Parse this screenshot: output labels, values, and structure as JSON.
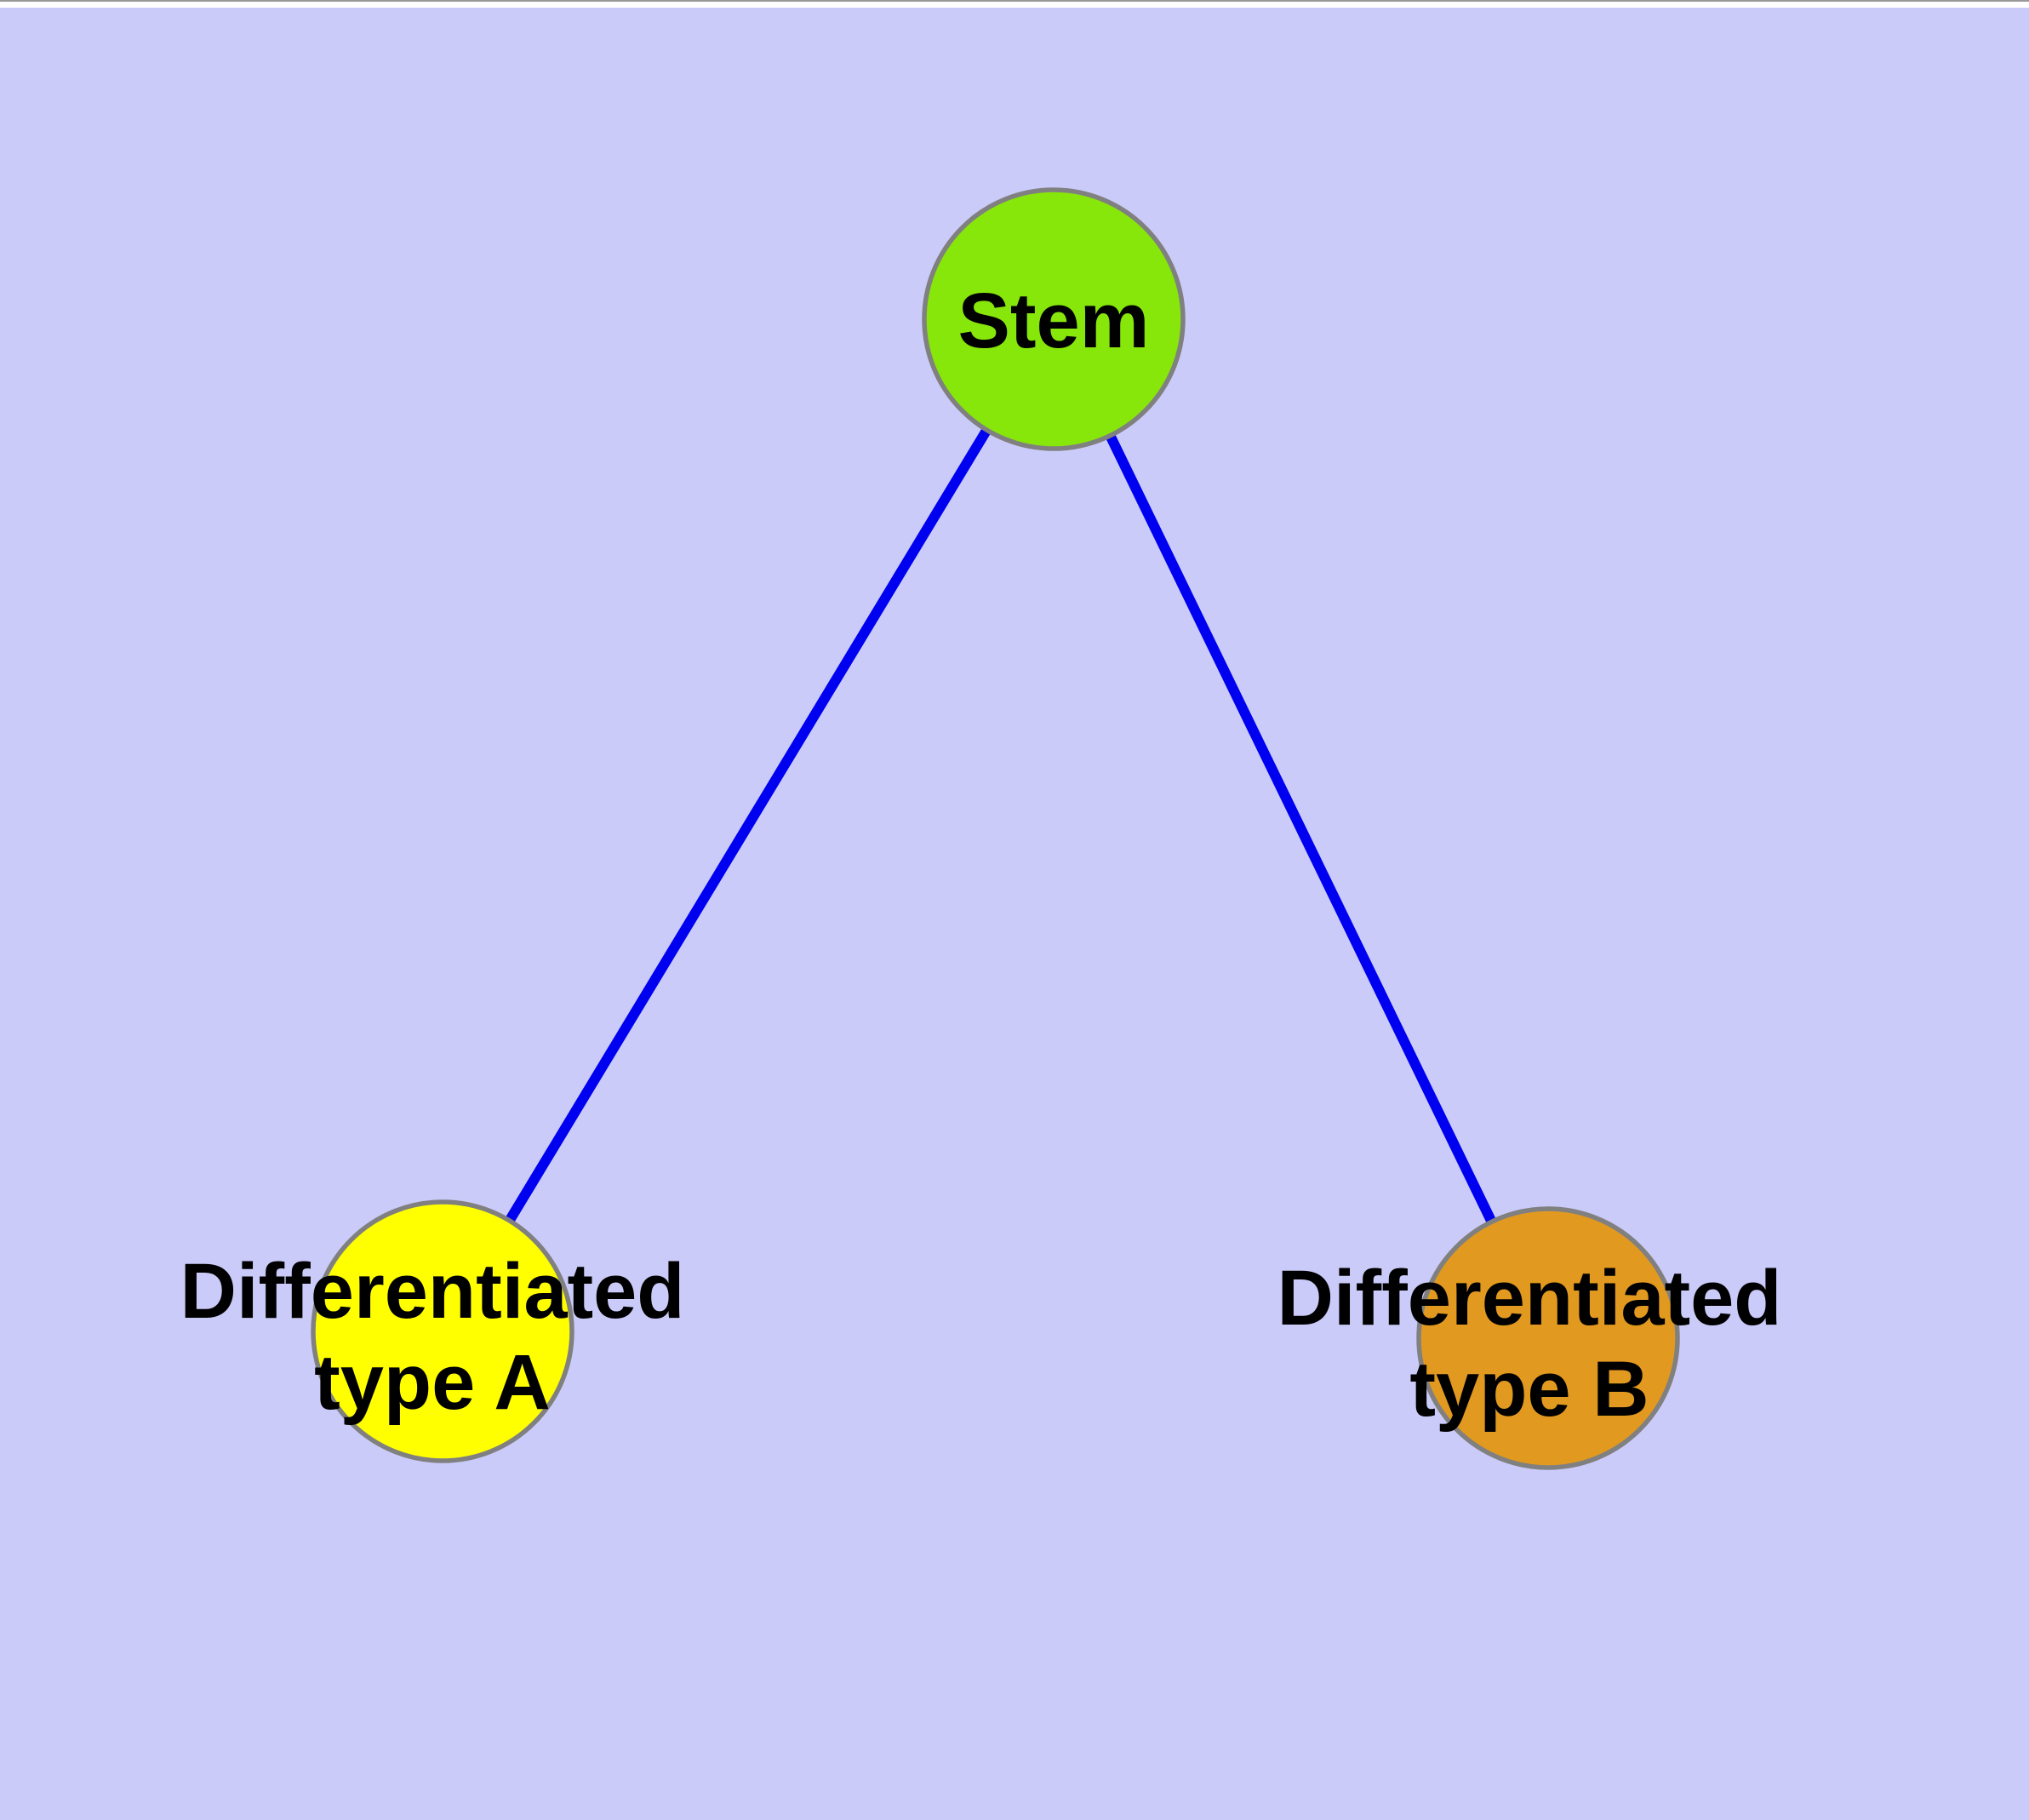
{
  "diagram": {
    "type": "graph",
    "background_color": "#cbcbfa",
    "top_edge_line_color": "#999999",
    "top_edge_strip_color": "#ffffff",
    "edge_color": "#0000f0",
    "node_border_color": "#808080",
    "label_color": "#000000",
    "nodes": [
      {
        "id": "stem",
        "label": "Stem",
        "fill": "#87e60a"
      },
      {
        "id": "differentiated-type-a",
        "label": "Differentiated type A",
        "label_line1": "Differentiated",
        "label_line2": "type A",
        "fill": "#ffff00"
      },
      {
        "id": "differentiated-type-b",
        "label": "Differentiated type B",
        "label_line1": "Differentiated",
        "label_line2": "type B",
        "fill": "#e2991f"
      }
    ],
    "edges": [
      {
        "from": "Stem",
        "to": "Differentiated type A"
      },
      {
        "from": "Stem",
        "to": "Differentiated type B"
      }
    ]
  }
}
